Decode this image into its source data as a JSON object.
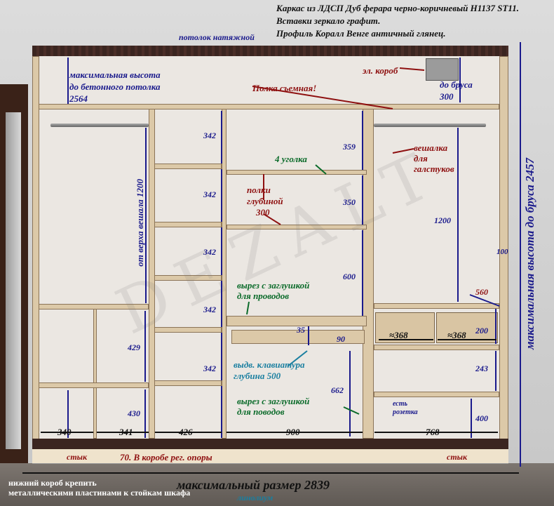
{
  "header": {
    "lines": [
      "Каркас из ЛДСП Дуб ферара черно-коричневый H1137 ST11.",
      "Вставки зеркало графит.",
      "Профиль Коралл Венге античный глянец."
    ]
  },
  "labels": {
    "ceiling": "потолок натяжной",
    "max_height_concrete": [
      "максимальная высота",
      "до бетонного потолка",
      "2564"
    ],
    "el_box": "эл. короб",
    "to_beam": [
      "до бруса",
      "300"
    ],
    "removable_shelf": "Полка съемная!",
    "four_corners": "4 уголка",
    "tie_hanger": [
      "вешалка",
      "для",
      "галстуков"
    ],
    "shelves_depth": [
      "полки",
      "глубиной",
      "300"
    ],
    "from_rod_top": "от верха вешала 1200",
    "max_height_beam": "максимальная высота до бруса 2457",
    "cutout_wires": [
      "вырез с заглушкой",
      "для проводов"
    ],
    "keyboard": [
      "выдв. клавиатура",
      "глубина 500"
    ],
    "cutout_wires2": [
      "вырез с заглушкой",
      "для поводов"
    ],
    "socket": [
      "есть",
      "розетка"
    ],
    "joint_left": "стык",
    "joint_right": "стык",
    "plinth": "70.  В коробе рег. опоры",
    "bottom_box_note": [
      "нижний короб крепить",
      "металлическими  пластинами к стойкам шкафа"
    ],
    "max_width": "максимальный размер 2839",
    "floor": "линолиум",
    "watermark": "DEZALT"
  },
  "dims": {
    "col2": [
      "342",
      "342",
      "342",
      "342",
      "342"
    ],
    "col1": [
      "429",
      "430"
    ],
    "col3": [
      "359",
      "350",
      "600",
      "35",
      "90",
      "662"
    ],
    "col4": [
      "1200",
      "100",
      "560",
      "≈368",
      "≈368",
      "200",
      "243",
      "400"
    ],
    "widths": [
      "340",
      "341",
      "426",
      "900",
      "768"
    ]
  }
}
